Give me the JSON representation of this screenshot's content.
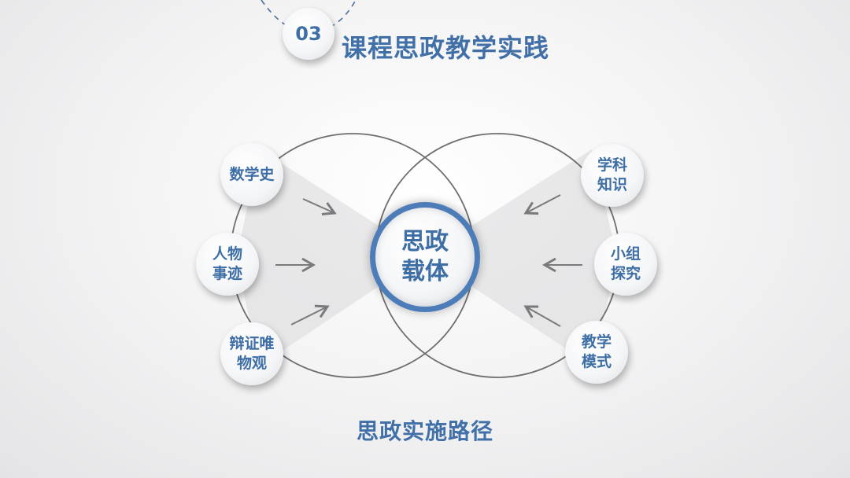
{
  "header": {
    "number": "03",
    "title": "课程思政教学实践"
  },
  "center": {
    "line1": "思政",
    "line2": "载体"
  },
  "left_nodes": [
    {
      "lines": [
        "数学史"
      ]
    },
    {
      "lines": [
        "人物",
        "事迹"
      ]
    },
    {
      "lines": [
        "辩证唯",
        "物观"
      ]
    }
  ],
  "right_nodes": [
    {
      "lines": [
        "学科",
        "知识"
      ]
    },
    {
      "lines": [
        "小组",
        "探究"
      ]
    },
    {
      "lines": [
        "教学",
        "模式"
      ]
    }
  ],
  "footer": {
    "caption": "思政实施路径"
  },
  "colors": {
    "accent": "#4d7db8",
    "text": "#3d6ea5",
    "line": "#6e6e70"
  }
}
